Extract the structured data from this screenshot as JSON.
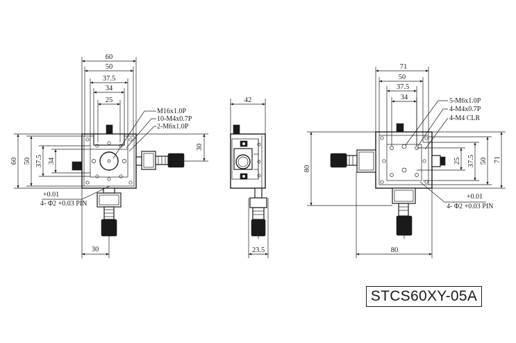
{
  "model_number": "STCS60XY-05A",
  "front_view": {
    "dims_top": [
      "60",
      "50",
      "37.5",
      "34",
      "25"
    ],
    "dims_left": [
      "60",
      "50",
      "37.5",
      "34"
    ],
    "dim_right": "30",
    "dim_bottom": "30",
    "callouts": [
      "M16x1.0P",
      "10-M4x0.7P",
      "2-M6x1.0P"
    ],
    "pin_tol": "+0.01",
    "pin_spec": "4- Φ2 +0.03 PIN"
  },
  "side_view": {
    "dim_top": "42",
    "dim_bottom": "23.5"
  },
  "bottom_view": {
    "dims_top": [
      "71",
      "50",
      "37.5",
      "34"
    ],
    "dim_left": "80",
    "dims_right": [
      "25",
      "37.5",
      "50",
      "71"
    ],
    "dim_bottom": "80",
    "callouts": [
      "5-M6x1.0P",
      "4-M4x0.7P",
      "4-M4 CLR"
    ],
    "pin_tol": "+0.01",
    "pin_spec": "4- Φ2 +0.03 PIN"
  }
}
